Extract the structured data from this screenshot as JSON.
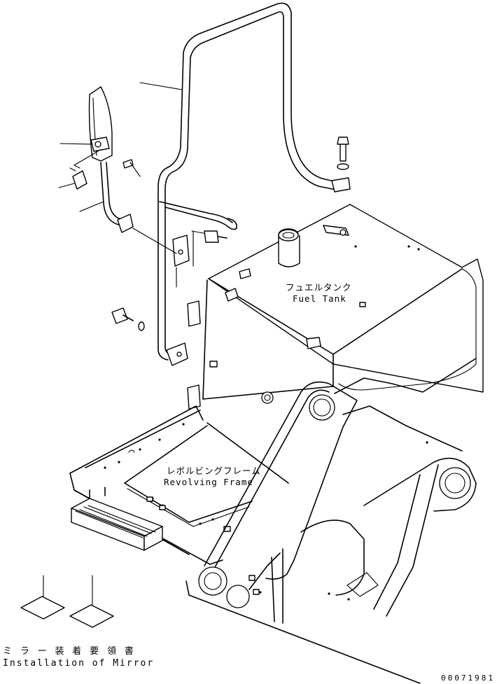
{
  "labels": {
    "fuel_tank_jp": "フュエルタンク",
    "fuel_tank_en": "Fuel Tank",
    "revolving_frame_jp": "レボルビングフレーム",
    "revolving_frame_en": "Revolving Frame"
  },
  "caption": {
    "jp": "ミ ラ ー 装 着 要 領 書",
    "en": "Installation of Mirror"
  },
  "drawing_code": "00071981"
}
